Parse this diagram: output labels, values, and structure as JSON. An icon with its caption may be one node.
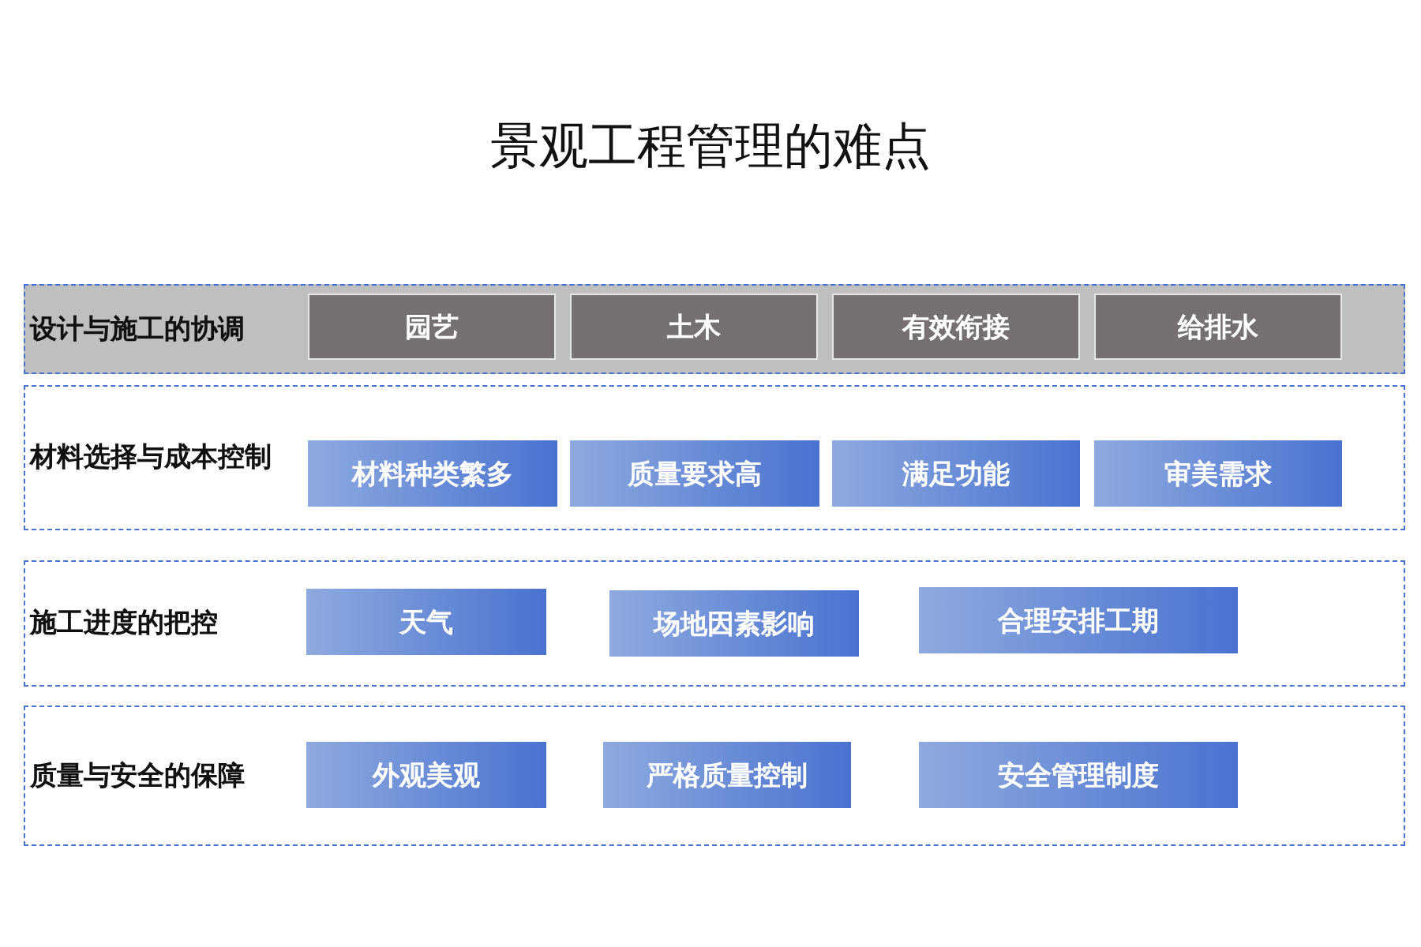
{
  "diagram": {
    "title": "景观工程管理的难点",
    "nodes": [
      {
        "text": [
          "设计与施工的协调"
        ]
      },
      {
        "text": [
          "园艺"
        ],
        "in": 0
      },
      {
        "text": [
          "土木"
        ],
        "in": 0
      },
      {
        "text": [
          "有效衔接"
        ],
        "in": 0
      },
      {
        "text": [
          "给排水"
        ],
        "in": 0
      },
      {
        "text": [
          "材料选择与成本控制"
        ]
      },
      {
        "text": [
          "材料种类繁多"
        ],
        "in": 5
      },
      {
        "text": [
          "质量要求高"
        ],
        "in": 5
      },
      {
        "text": [
          "满足功能"
        ],
        "in": 5
      },
      {
        "text": [
          "审美需求"
        ],
        "in": 5
      },
      {
        "text": [
          "施工进度的把控"
        ]
      },
      {
        "text": [
          "天气"
        ],
        "in": 10
      },
      {
        "text": [
          "场地因素影响"
        ],
        "in": 10
      },
      {
        "text": [
          "合理安排工期"
        ],
        "in": 10
      },
      {
        "text": [
          "质量与安全的保障"
        ]
      },
      {
        "text": [
          "外观美观"
        ],
        "in": 14
      },
      {
        "text": [
          "严格质量控制"
        ],
        "in": 14
      },
      {
        "text": [
          "安全管理制度"
        ],
        "in": 14
      }
    ]
  }
}
